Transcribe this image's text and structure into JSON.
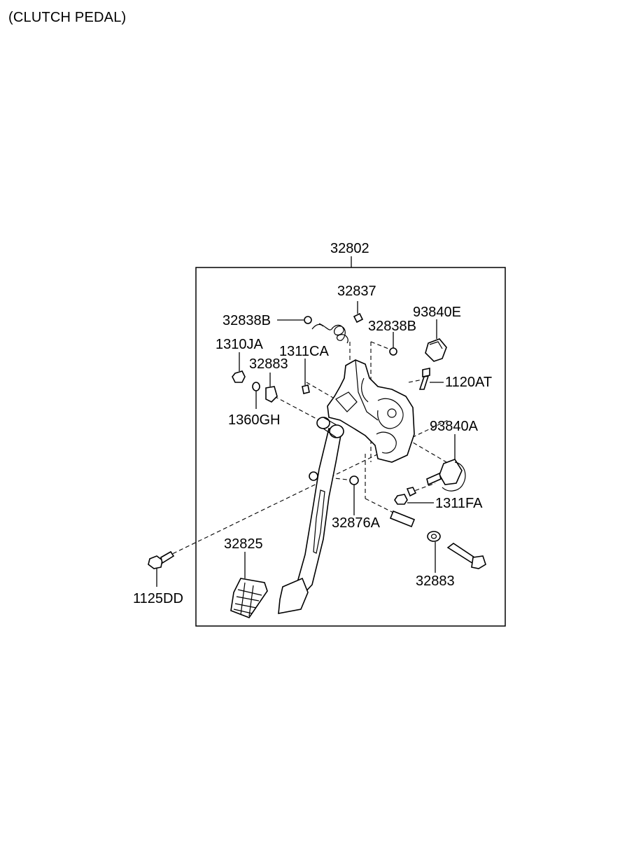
{
  "title": "(CLUTCH PEDAL)",
  "parts": {
    "assembly": "32802",
    "spring": "32837",
    "bushing_left": "32838B",
    "bushing_right": "32838B",
    "switch_top": "93840E",
    "nut_left": "1310JA",
    "clip": "1311CA",
    "bushing_mid": "32883",
    "bolt_right": "1120AT",
    "washer": "1360GH",
    "switch_mid": "93840A",
    "nut_right": "1311FA",
    "pin": "32876A",
    "pedal_pad": "32825",
    "bolt_left": "1125DD",
    "bushing_bottom": "32883"
  }
}
